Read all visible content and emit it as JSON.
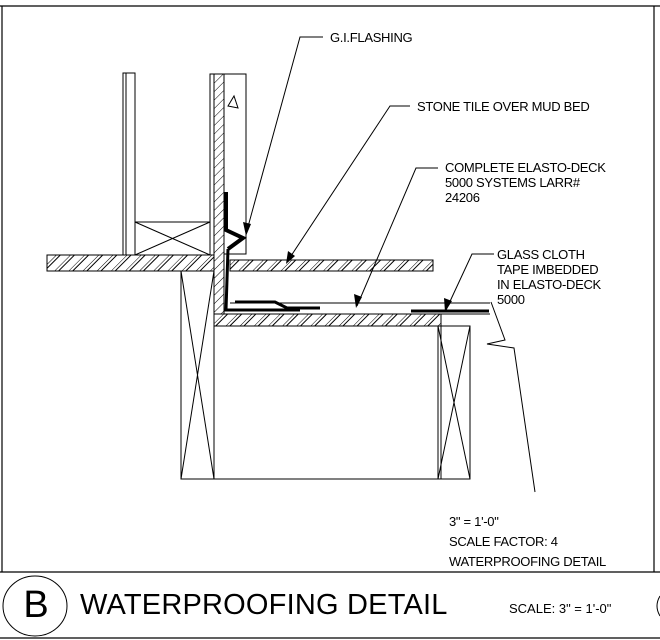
{
  "drawing": {
    "type": "architectural section detail",
    "colors": {
      "ink": "#000000",
      "paper": "#ffffff"
    }
  },
  "callouts": [
    {
      "id": "gi-flashing",
      "lines": [
        "G.I.FLASHING"
      ]
    },
    {
      "id": "stone-tile",
      "lines": [
        "STONE TILE OVER MUD BED"
      ]
    },
    {
      "id": "elasto-deck",
      "lines": [
        "COMPLETE ELASTO-DECK",
        "5000 SYSTEMS LARR#",
        "24206"
      ]
    },
    {
      "id": "glass-cloth",
      "lines": [
        "GLASS CLOTH",
        "TAPE IMBEDDED",
        "IN ELASTO-DECK",
        "5000"
      ]
    }
  ],
  "notes": {
    "scale": "3\" = 1'-0\"",
    "scale_factor": "SCALE FACTOR: 4",
    "detail_name": "WATERPROOFING DETAIL"
  },
  "title_block": {
    "badge": "B",
    "title": "WATERPROOFING DETAIL",
    "scale_label": "SCALE: 3\" = 1'-0\""
  }
}
